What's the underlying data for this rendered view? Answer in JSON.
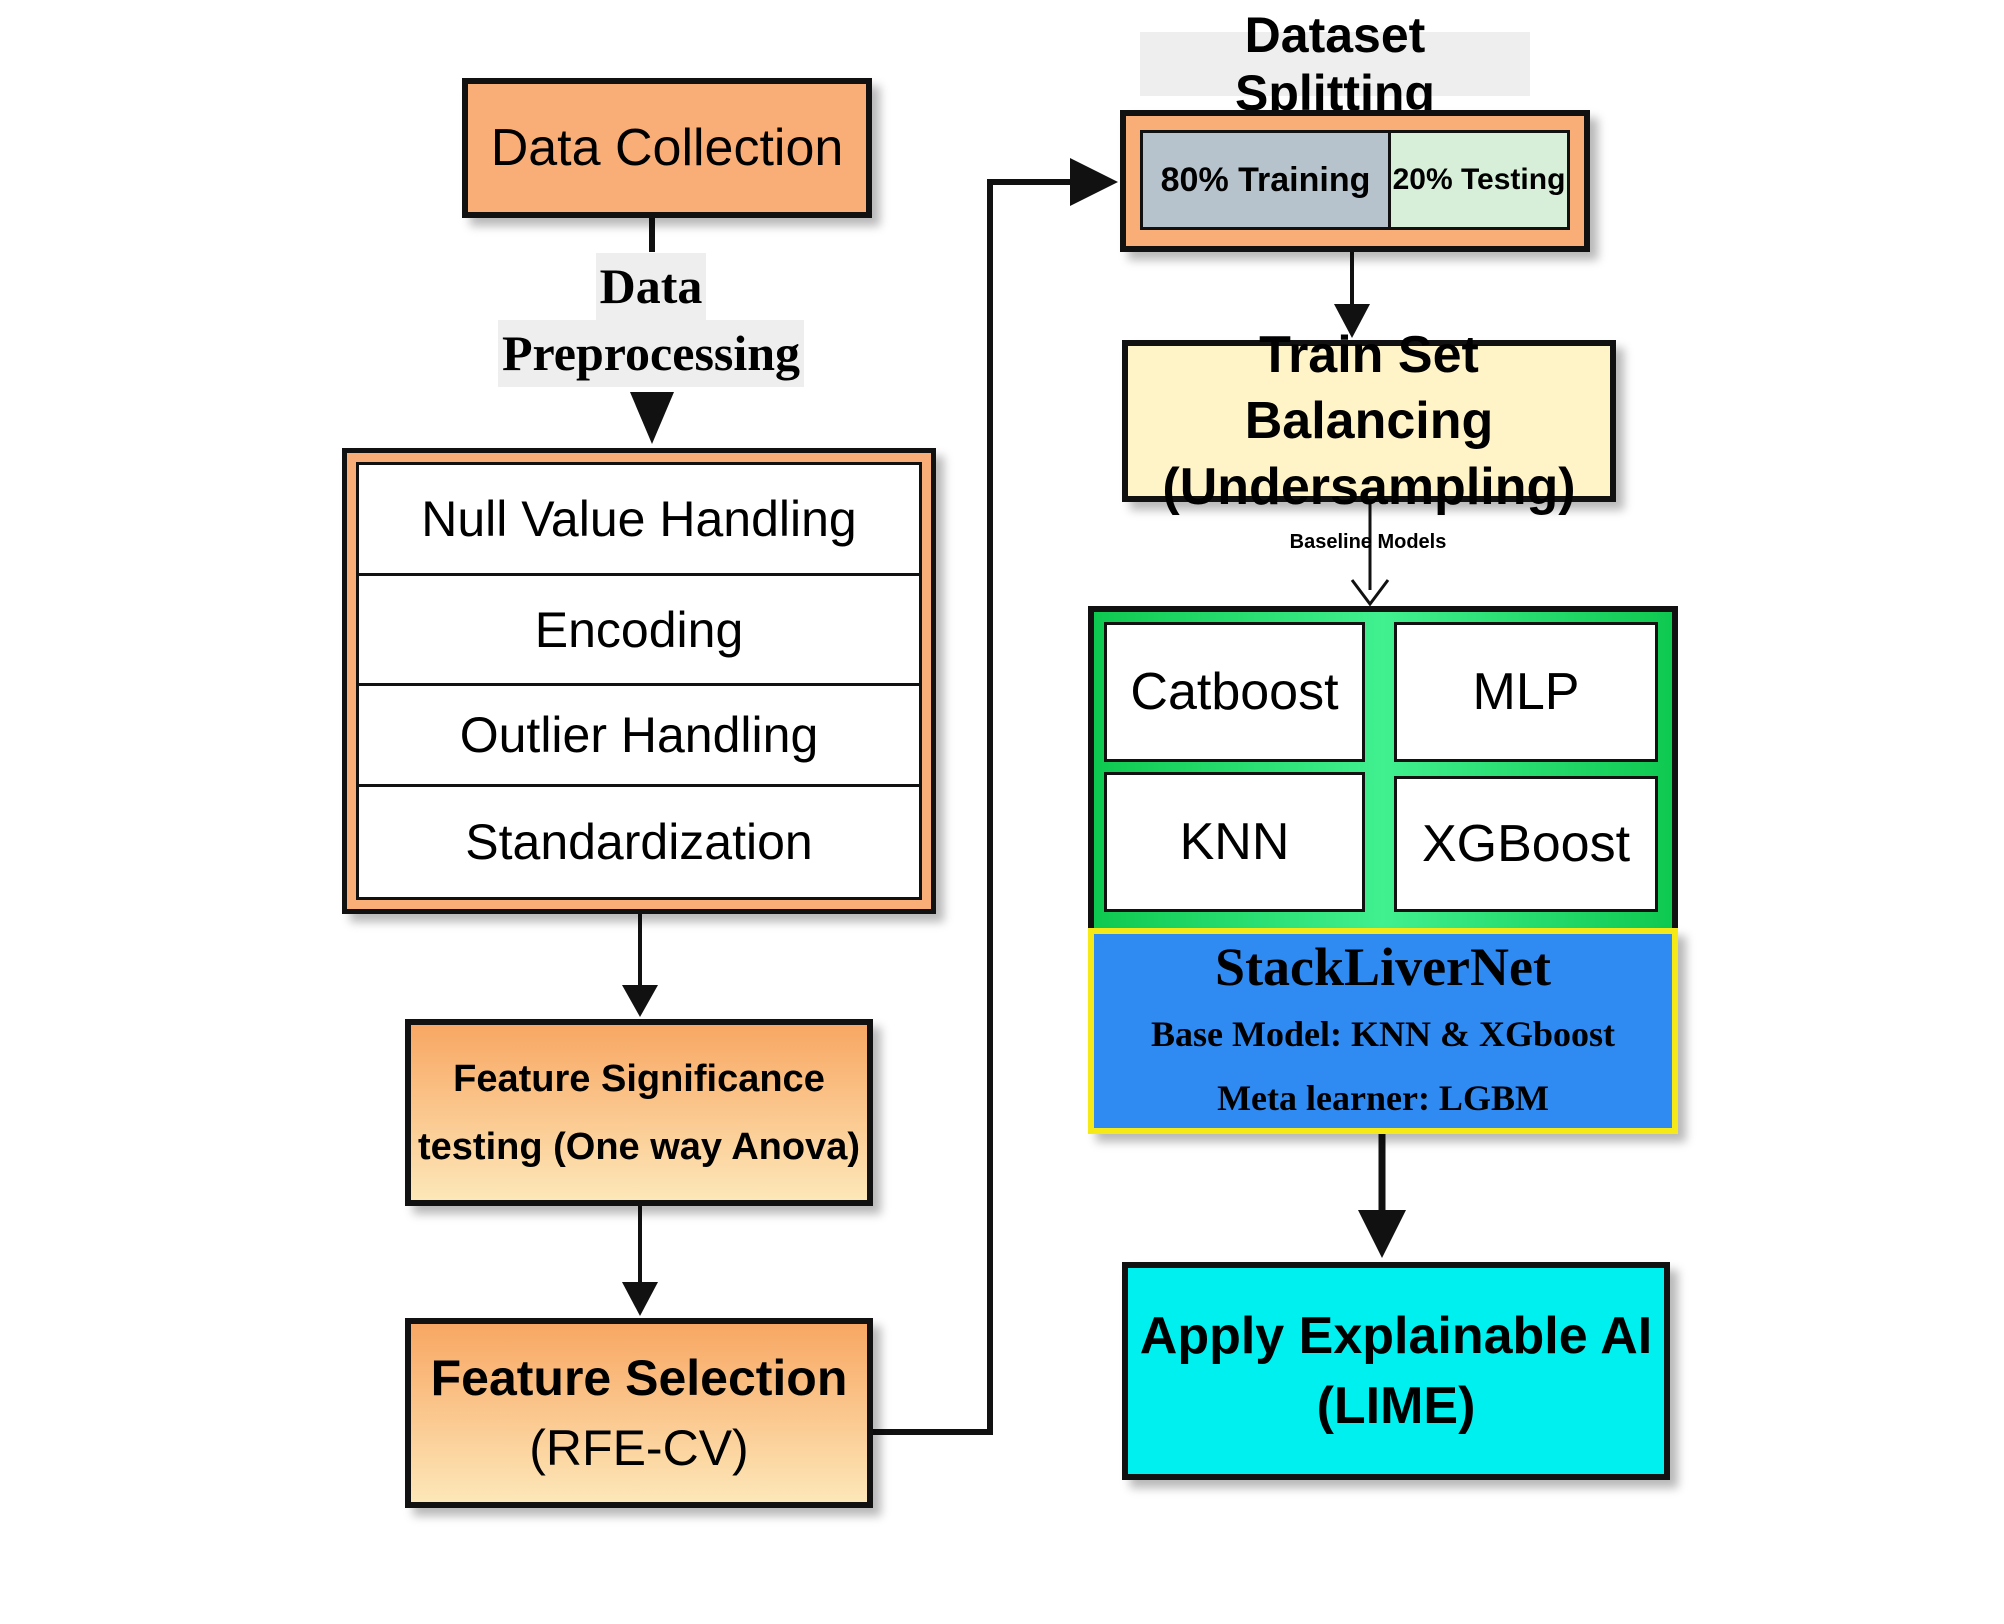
{
  "diagram": {
    "data_collection": "Data Collection",
    "preprocessing_label": [
      "Data",
      "Preprocessing"
    ],
    "preprocessing_steps": [
      "Null Value Handling",
      "Encoding",
      "Outlier Handling",
      "Standardization"
    ],
    "feature_significance": [
      "Feature Significance",
      "testing (One way Anova)"
    ],
    "feature_selection": [
      "Feature Selection",
      "(RFE-CV)"
    ],
    "dataset_splitting_title": "Dataset Splitting",
    "split_train": "80% Training",
    "split_test": "20% Testing",
    "train_balancing": [
      "Train Set Balancing",
      "(Undersampling)"
    ],
    "baseline_label": "Baseline Models",
    "models": [
      "Catboost",
      "MLP",
      "KNN",
      "XGBoost"
    ],
    "stack_name": "StackLiverNet",
    "stack_base": "Base Model: KNN & XGboost",
    "stack_meta": "Meta learner: LGBM",
    "xai": [
      "Apply Explainable AI",
      "(LIME)"
    ]
  },
  "colors": {
    "orange": "#f9ad77",
    "cream": "#fff3c8",
    "green": "#0ec950",
    "blue": "#2f8af2",
    "yellow_border": "#f5ea17",
    "cyan": "#00efef",
    "train_grey": "#b7c3cc",
    "test_green": "#d7eed8"
  }
}
